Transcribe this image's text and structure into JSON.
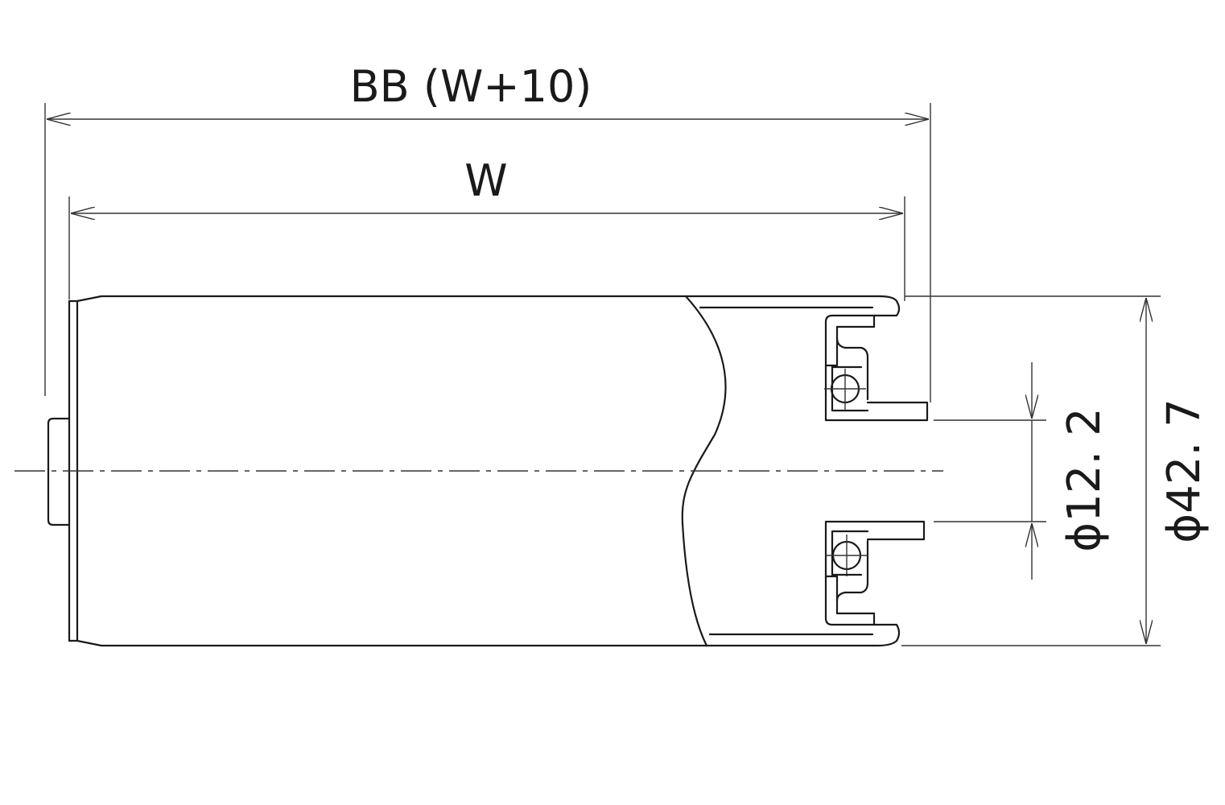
{
  "labels": {
    "overall_length": "BB (W+10)",
    "width": "W",
    "shaft_bore_diameter": "ϕ12. 2",
    "tube_diameter": "ϕ42. 7"
  },
  "colors": {
    "line": "#1a1a1a",
    "background": "#ffffff"
  }
}
